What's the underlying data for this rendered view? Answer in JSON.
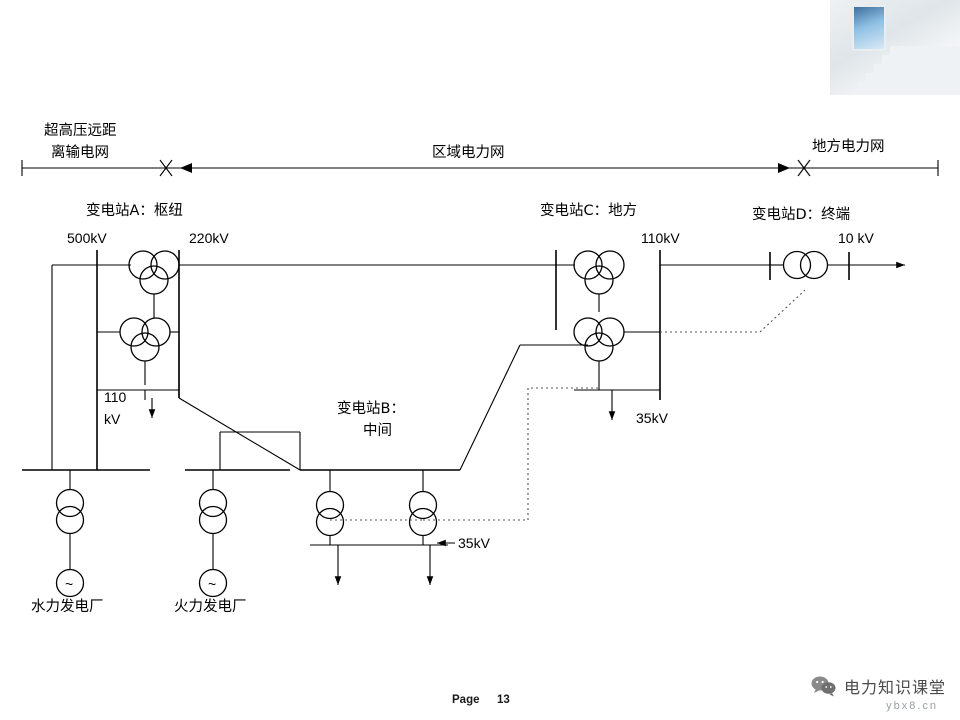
{
  "page": {
    "label": "Page",
    "number": "13"
  },
  "zones": {
    "left": "超高压远距\n离输电网",
    "left_line1": "超高压远距",
    "left_line2": "离输电网",
    "middle": "区域电力网",
    "right": "地方电力网"
  },
  "substations": {
    "a": {
      "title": "变电站A：枢纽",
      "v_high": "500kV",
      "v_mid": "220kV",
      "v_low_line1": "110",
      "v_low_line2": "kV"
    },
    "b": {
      "title_line1": "变电站B：",
      "title_line2": "中间",
      "v_out": "35kV"
    },
    "c": {
      "title": "变电站C：地方",
      "v_high": "110kV",
      "v_out": "35kV"
    },
    "d": {
      "title": "变电站D：终端",
      "v_out": "10 kV"
    }
  },
  "plants": {
    "hydro": "水力发电厂",
    "thermal": "火力发电厂",
    "generator_symbol": "~"
  },
  "watermark": {
    "text": "电力知识课堂",
    "sub": "ybx8.cn"
  },
  "colors": {
    "line": "#000000",
    "dotted": "#555555",
    "background": "#ffffff"
  }
}
